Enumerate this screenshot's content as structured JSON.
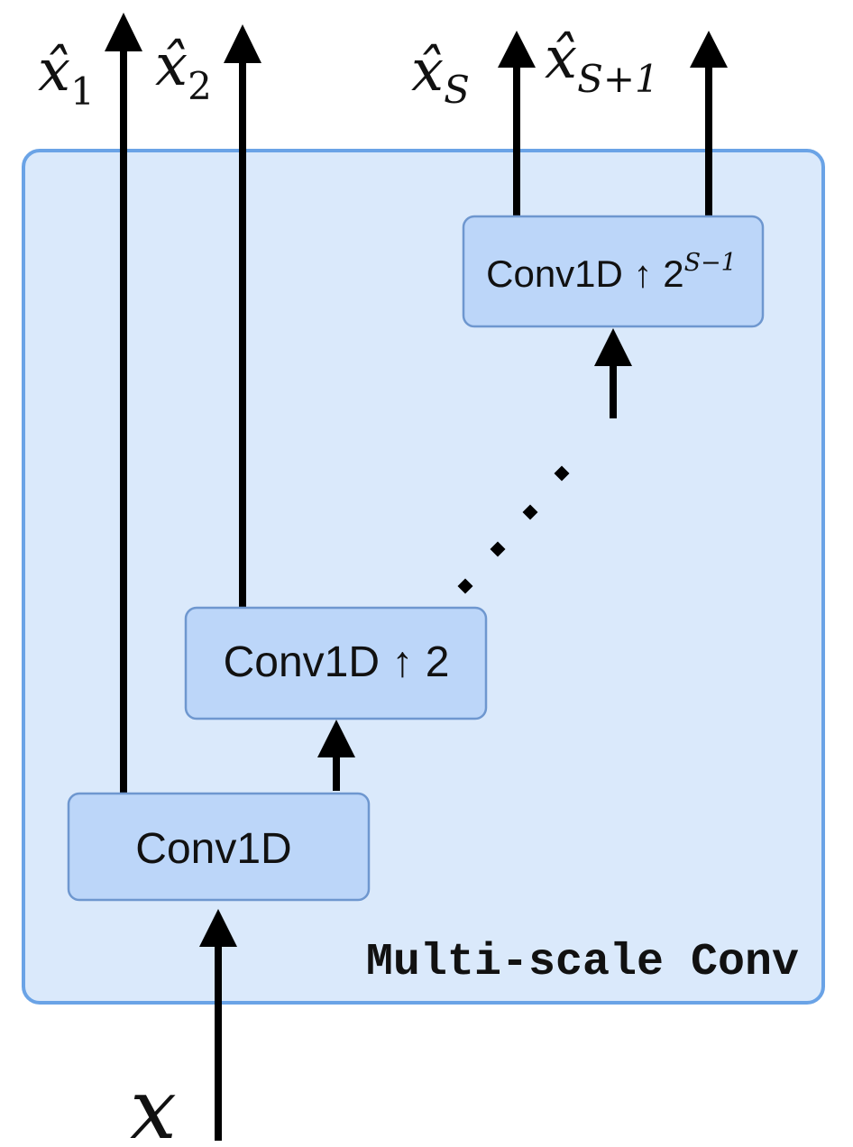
{
  "diagram": {
    "module_label": "Multi-scale Conv",
    "blocks": [
      {
        "id": "conv1d",
        "label": "Conv1D"
      },
      {
        "id": "conv1d-up2",
        "label": "Conv1D ↑ 2"
      },
      {
        "id": "conv1d-up2s",
        "label_main": "Conv1D ↑ 2",
        "label_sup": "S−1"
      }
    ],
    "input": {
      "label": "x"
    },
    "outputs": [
      {
        "base": "x̂",
        "sub": "1"
      },
      {
        "base": "x̂",
        "sub": "2"
      },
      {
        "base": "x̂",
        "sub": "S"
      },
      {
        "base": "x̂",
        "sub": "S+1"
      }
    ],
    "colors": {
      "outer_fill": "#dae9fb",
      "outer_stroke": "#6aa3e6",
      "block_fill": "#bcd6f9",
      "block_stroke": "#6e97cf"
    }
  }
}
